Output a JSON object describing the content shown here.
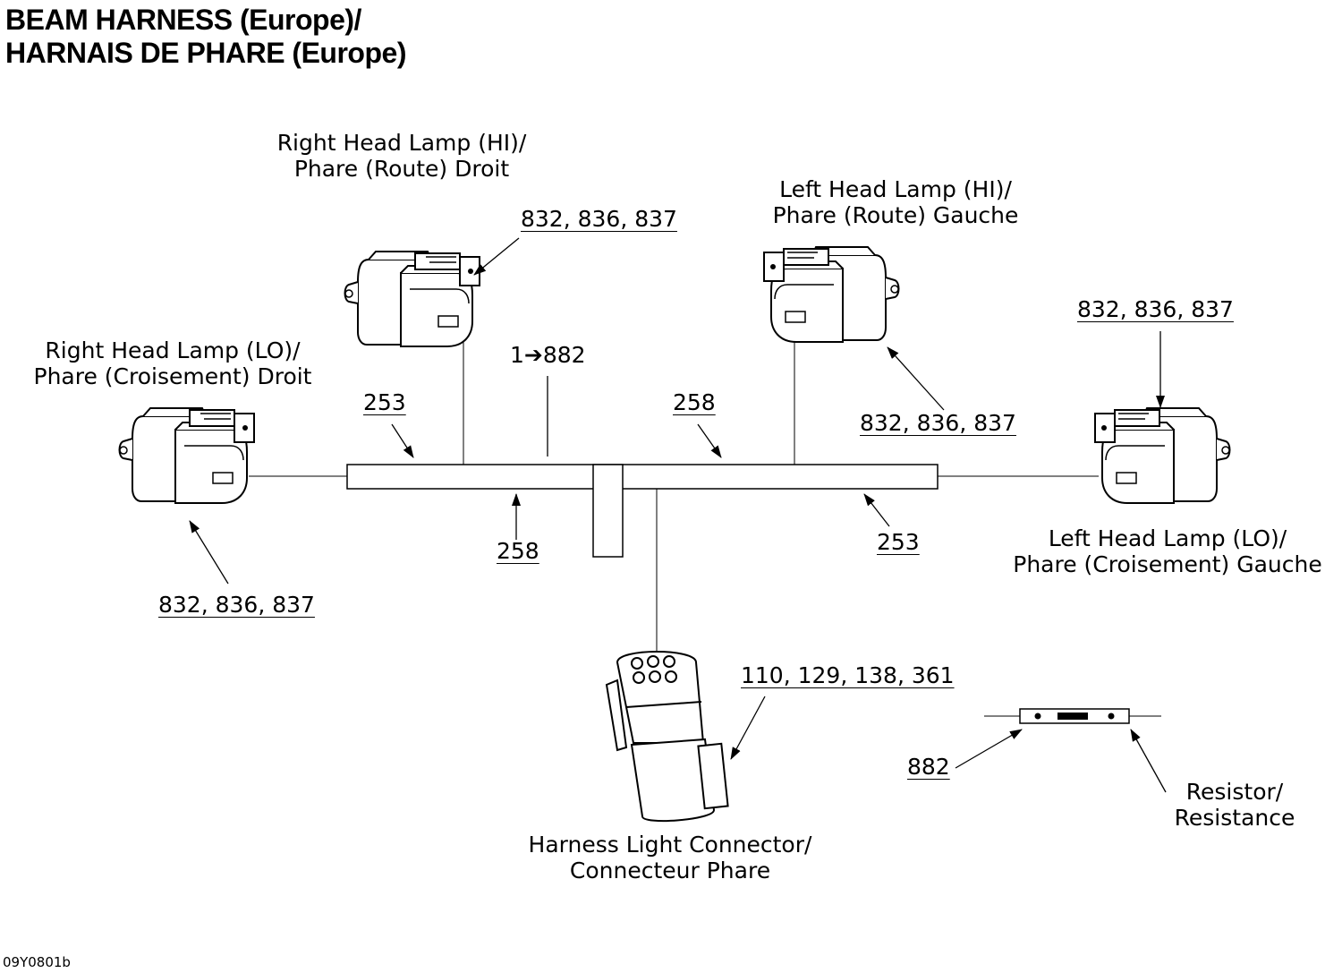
{
  "title": {
    "line1": "BEAM HARNESS (Europe)/",
    "line2": "HARNAIS DE PHARE (Europe)"
  },
  "components": {
    "right_hi": {
      "line1": "Right Head Lamp (HI)/",
      "line2": "Phare (Route) Droit",
      "parts": "832, 836, 837"
    },
    "left_hi": {
      "line1": "Left Head Lamp (HI)/",
      "line2": "Phare (Route) Gauche",
      "parts": "832, 836, 837"
    },
    "right_lo": {
      "line1": "Right Head Lamp (LO)/",
      "line2": "Phare (Croisement) Droit",
      "parts": "832, 836, 837"
    },
    "left_lo": {
      "line1": "Left Head Lamp (LO)/",
      "line2": "Phare (Croisement) Gauche",
      "parts": "832, 836, 837"
    },
    "connector": {
      "line1": "Harness Light Connector/",
      "line2": "Connecteur Phare",
      "parts": "110, 129, 138, 361"
    },
    "resistor": {
      "line1": "Resistor/",
      "line2": "Resistance",
      "parts": "882"
    }
  },
  "harness_labels": {
    "upper_left": "253",
    "upper_right": "258",
    "lower_left": "258",
    "lower_right": "253",
    "resistor_callout": "1➔882"
  },
  "figure_code": "09Y0801b"
}
